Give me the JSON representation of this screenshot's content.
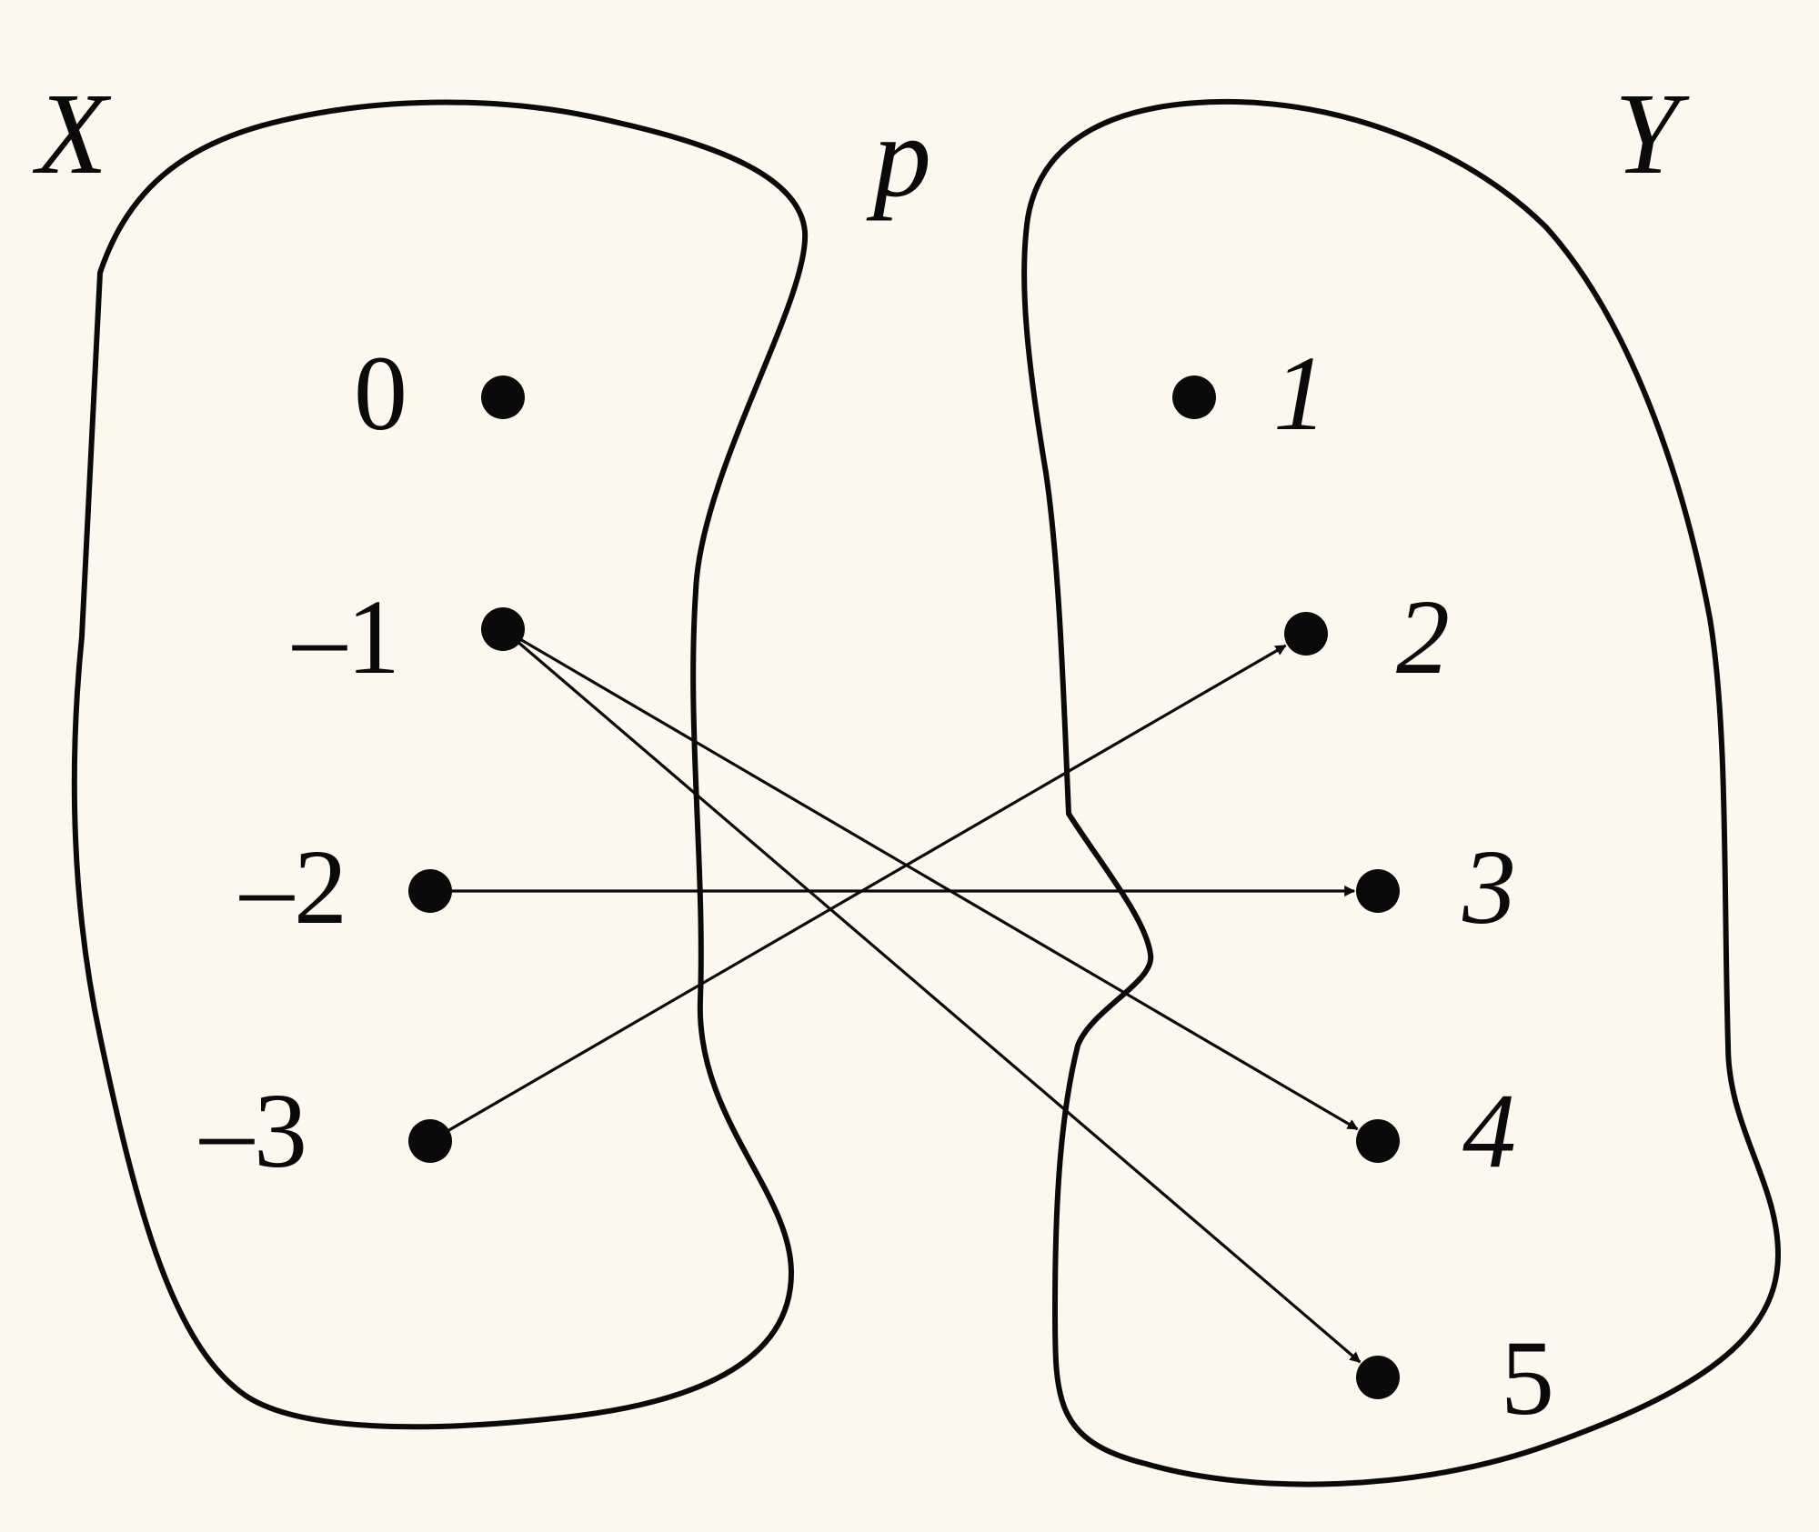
{
  "diagram": {
    "domain_label": "X",
    "codomain_label": "Y",
    "relation_label": "p",
    "domain": [
      {
        "id": "x0",
        "label": "0"
      },
      {
        "id": "xm1",
        "label": "–1"
      },
      {
        "id": "xm2",
        "label": "–2"
      },
      {
        "id": "xm3",
        "label": "–3"
      }
    ],
    "codomain": [
      {
        "id": "y1",
        "label": "1"
      },
      {
        "id": "y2",
        "label": "2"
      },
      {
        "id": "y3",
        "label": "3"
      },
      {
        "id": "y4",
        "label": "4"
      },
      {
        "id": "y5",
        "label": "5"
      }
    ],
    "mappings": [
      {
        "from": "xm1",
        "to": "y4"
      },
      {
        "from": "xm1",
        "to": "y5"
      },
      {
        "from": "xm2",
        "to": "y3"
      },
      {
        "from": "xm3",
        "to": "y2"
      }
    ]
  }
}
